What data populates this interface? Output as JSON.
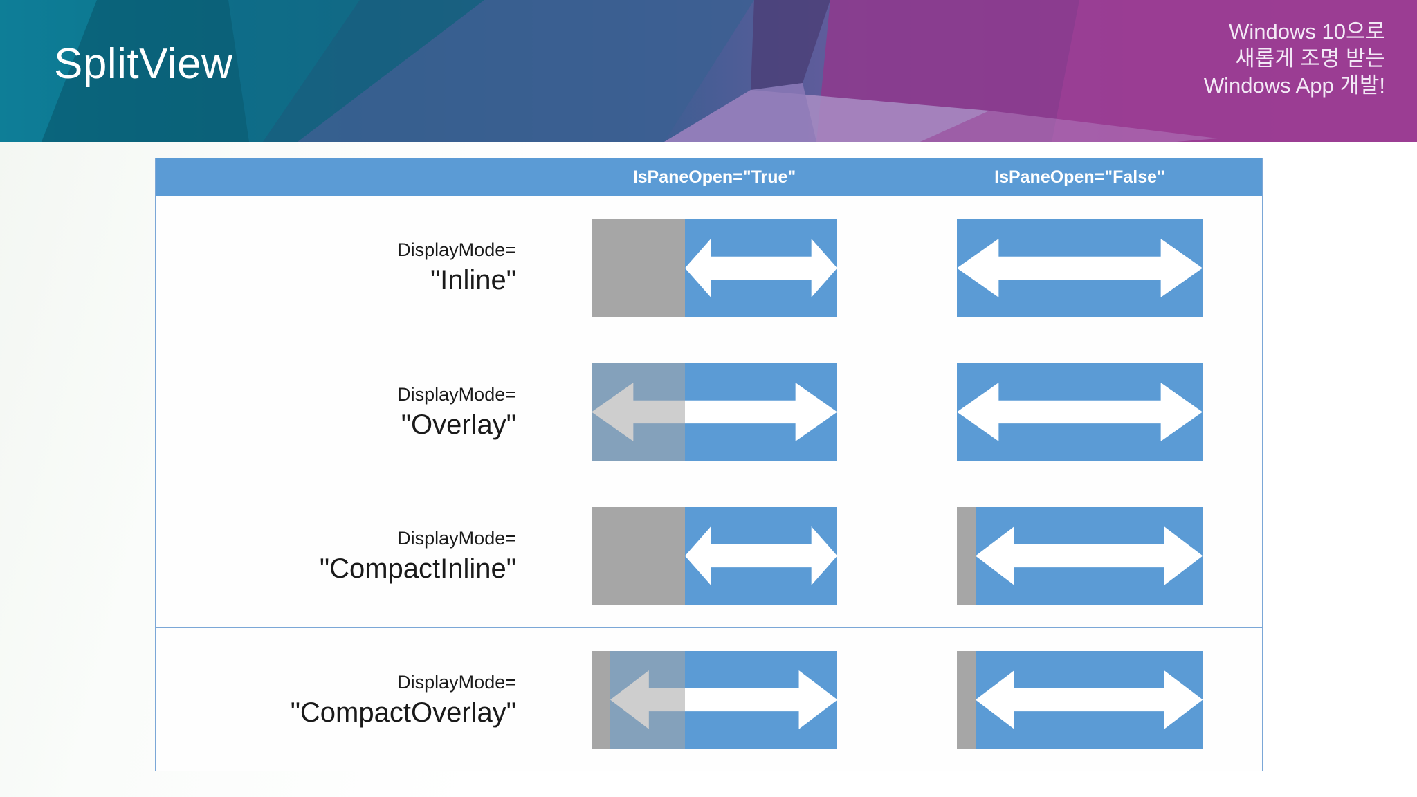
{
  "banner": {
    "title": "SplitView",
    "tagline_lines": [
      "Windows 10으로",
      "새롭게 조명 받는",
      "Windows App 개발!"
    ],
    "colors": {
      "teal": "#0C6E86",
      "blue": "#3A5E91",
      "purple": "#9B3D93"
    }
  },
  "table": {
    "colors": {
      "header_blue": "#5B9BD5",
      "border_blue": "#7BA7D7",
      "content_blue": "#5B9BD5",
      "pane_gray": "#A6A6A6",
      "arrow_white": "#FFFFFF"
    },
    "columns": [
      {
        "key": "label",
        "header": ""
      },
      {
        "key": "pane_open_true",
        "header": "IsPaneOpen=\"True\""
      },
      {
        "key": "pane_open_false",
        "header": "IsPaneOpen=\"False\""
      }
    ],
    "rows": [
      {
        "property": "DisplayMode=",
        "value": "\"Inline\"",
        "true_cell": {
          "pane_width_pct": 38,
          "pane_style": "opaque",
          "compact_strip_pct": 0,
          "arrow_left_pct": 38,
          "arrow_right_pct": 100
        },
        "false_cell": {
          "pane_width_pct": 0,
          "pane_style": "none",
          "compact_strip_pct": 0,
          "arrow_left_pct": 0,
          "arrow_right_pct": 100
        }
      },
      {
        "property": "DisplayMode=",
        "value": "\"Overlay\"",
        "true_cell": {
          "pane_width_pct": 38,
          "pane_style": "translucent",
          "compact_strip_pct": 0,
          "arrow_left_pct": 0,
          "arrow_right_pct": 100
        },
        "false_cell": {
          "pane_width_pct": 0,
          "pane_style": "none",
          "compact_strip_pct": 0,
          "arrow_left_pct": 0,
          "arrow_right_pct": 100
        }
      },
      {
        "property": "DisplayMode=",
        "value": "\"CompactInline\"",
        "true_cell": {
          "pane_width_pct": 38,
          "pane_style": "opaque",
          "compact_strip_pct": 0,
          "arrow_left_pct": 38,
          "arrow_right_pct": 100
        },
        "false_cell": {
          "pane_width_pct": 0,
          "pane_style": "none",
          "compact_strip_pct": 7.5,
          "arrow_left_pct": 7.5,
          "arrow_right_pct": 100
        }
      },
      {
        "property": "DisplayMode=",
        "value": "\"CompactOverlay\"",
        "true_cell": {
          "pane_width_pct": 38,
          "pane_style": "translucent",
          "compact_strip_pct": 7.5,
          "arrow_left_pct": 7.5,
          "arrow_right_pct": 100
        },
        "false_cell": {
          "pane_width_pct": 0,
          "pane_style": "none",
          "compact_strip_pct": 7.5,
          "arrow_left_pct": 7.5,
          "arrow_right_pct": 100
        }
      }
    ]
  }
}
